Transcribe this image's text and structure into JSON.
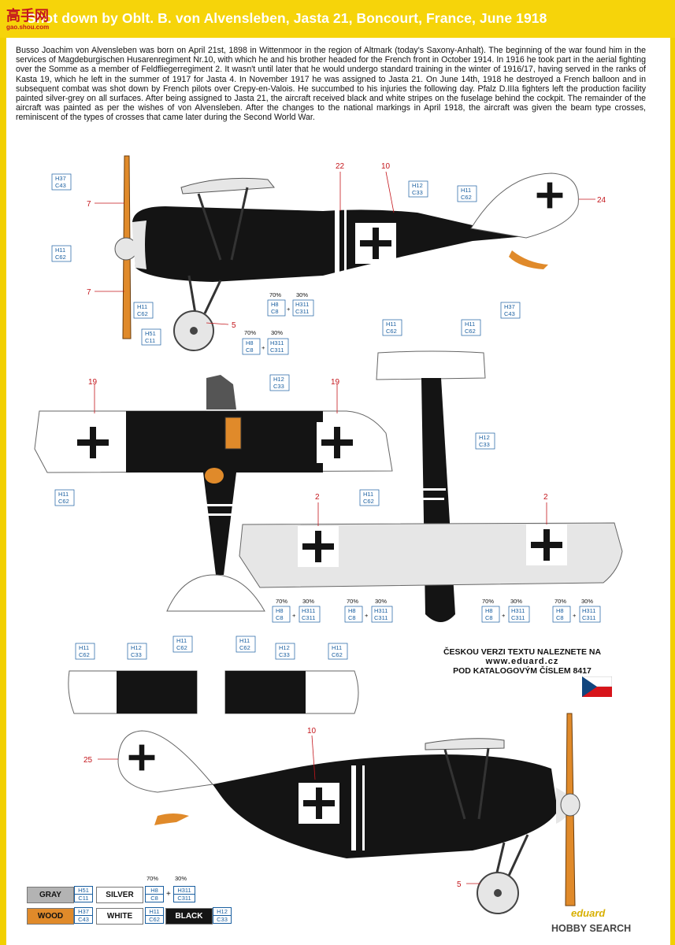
{
  "header": {
    "title": "Shot down by Oblt. B. von Alvensleben, Jasta 21, Boncourt, France, June 1918",
    "logo_text": "高手网",
    "logo_url": "gao.shou.com"
  },
  "intro": "Busso Joachim von Alvensleben was born on April 21st, 1898 in Wittenmoor in the region of Altmark (today's Saxony-Anhalt). The beginning of the war found him in the services of Magdeburgischen Husarenregiment Nr.10, with which he and his brother headed for the French front in October 1914. In 1916 he took part in the aerial fighting over the Somme as a member of Feldfliegerregiment 2. It wasn't until later that he would undergo standard training in the winter of 1916/17, having served in the ranks of Kasta 19, which he left in the summer of 1917 for Jasta 4. In November 1917 he was assigned to Jasta 21. On June 14th, 1918 he destroyed a French balloon and in subsequent combat was shot down by French pilots over Crepy-en-Valois. He succumbed to his injuries the following day. Pfalz D.IIIa fighters left the production facility painted silver-grey on all surfaces. After being assigned to Jasta 21, the aircraft received black and white stripes on the fuselage behind the cockpit. The remainder of the aircraft was painted as per the wishes of von Alvensleben. After the changes to the national markings in April 1918, the aircraft was given the beam type crosses, reminiscent of the types of crosses that came later during the Second World War.",
  "colors": {
    "header_yellow": "#f6d40a",
    "black": "#141414",
    "silver": "#e6e6e6",
    "wood": "#e08a2a",
    "code_blue": "#1a5fa0",
    "marker_red": "#c4161c"
  },
  "callouts": {
    "n7": "7",
    "n22": "22",
    "n10": "10",
    "n24": "24",
    "n5": "5",
    "n19": "19",
    "n2": "2",
    "n25": "25",
    "h37": "H37",
    "c43": "C43",
    "h11": "H11",
    "c62": "C62",
    "h12": "H12",
    "c33": "C33",
    "h51": "H51",
    "c11": "C11",
    "h8": "H8",
    "c8": "C8",
    "h311": "H311",
    "c311": "C311",
    "p70": "70%",
    "p30": "30%",
    "plus": "+"
  },
  "czech_note": {
    "line1": "ČESKOU VERZI TEXTU NALEZNETE NA",
    "line2": "www.eduard.cz",
    "line3": "POD KATALOGOVÝM ČÍSLEM 8417"
  },
  "legend": {
    "gray": {
      "label": "GRAY",
      "codes": [
        "H51",
        "C11"
      ]
    },
    "silver": {
      "label": "SILVER",
      "codes": [
        "H8",
        "C8"
      ],
      "mix": [
        "H311",
        "C311"
      ],
      "pct": [
        "70%",
        "30%"
      ]
    },
    "wood": {
      "label": "WOOD",
      "codes": [
        "H37",
        "C43"
      ]
    },
    "white": {
      "label": "WHITE",
      "codes": [
        "H11",
        "C62"
      ]
    },
    "black": {
      "label": "BLACK",
      "codes": [
        "H12",
        "C33"
      ]
    }
  },
  "brand": {
    "eduard": "eduard",
    "hobbysearch": "HOBBY SEARCH"
  }
}
